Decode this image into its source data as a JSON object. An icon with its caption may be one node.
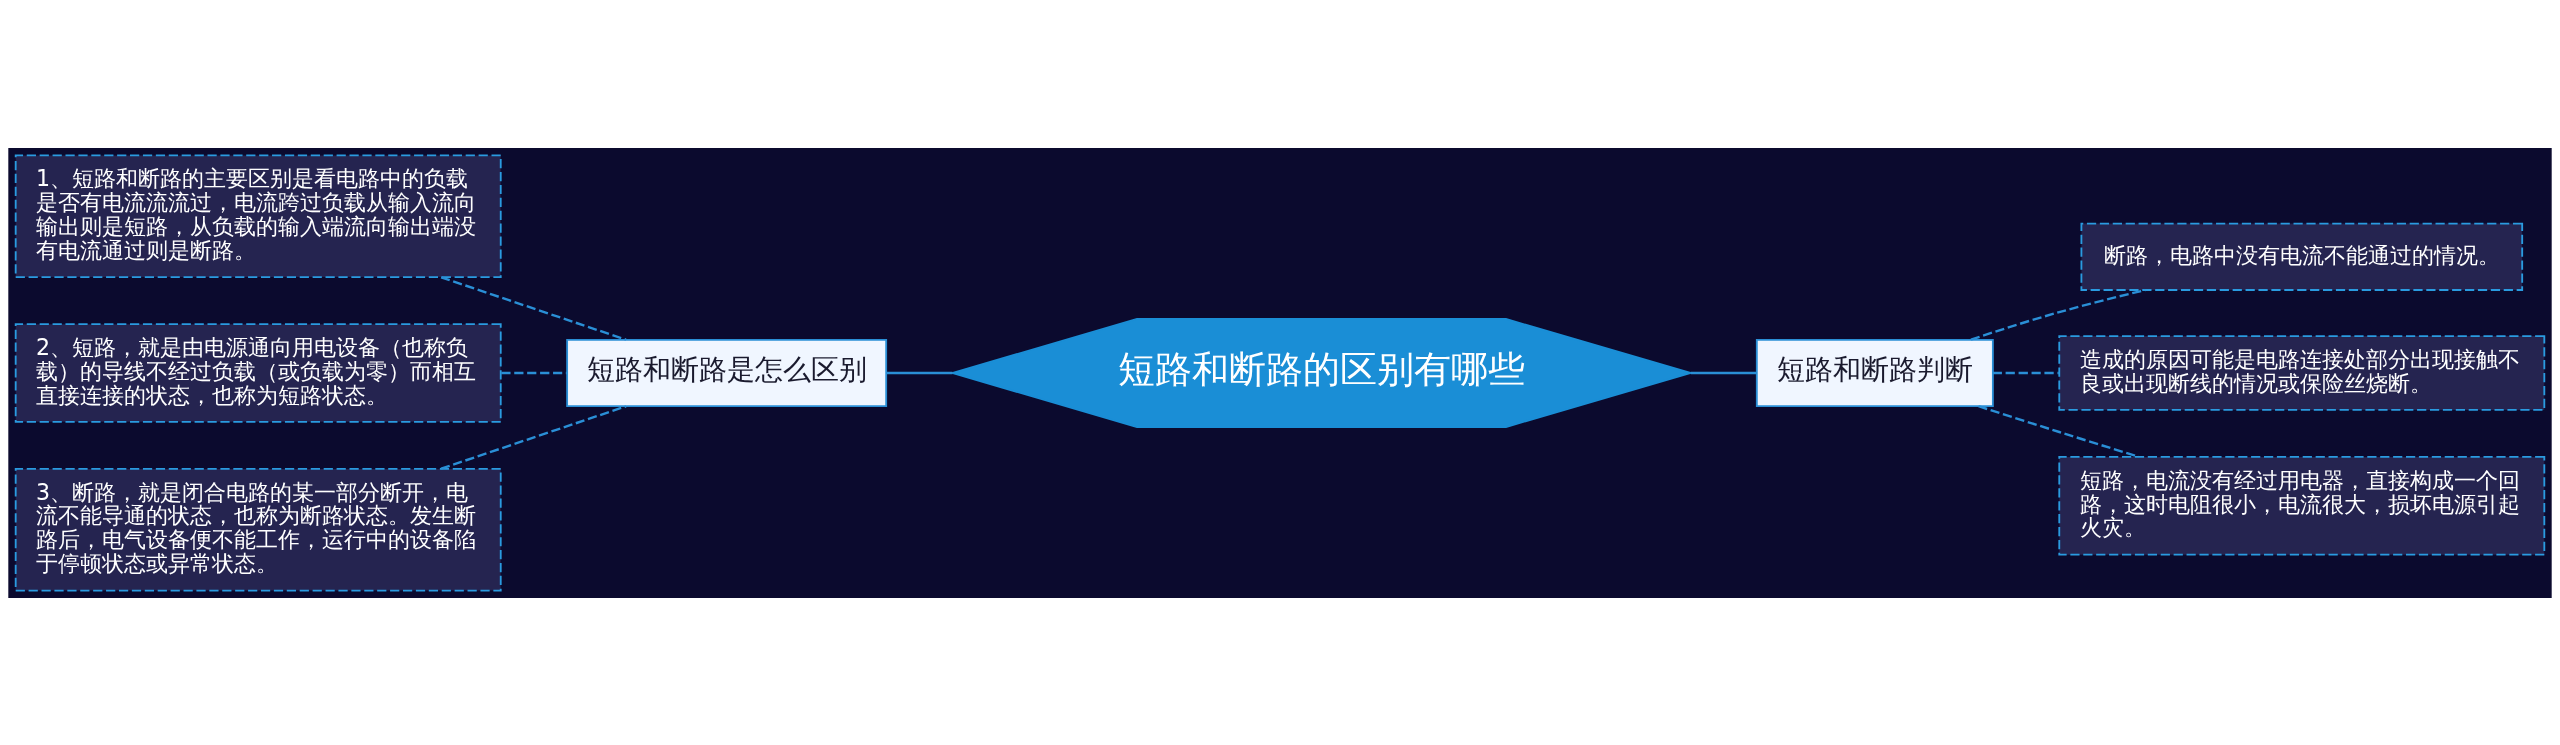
{
  "diagram": {
    "nodes": [
      {
        "text": [
          "短路和断路的区别有哪些"
        ]
      },
      {
        "text": [
          "短路和断路是怎么区别"
        ]
      },
      {
        "text": [
          "1、短路和断路的主要区别是看电路中的负载是否有电流流流过，电流跨过负载从输入流向输出则是短路，从负载的输入端流向输出端没有电流通过则是断路。"
        ]
      },
      {
        "text": [
          "2、短路，就是由电源通向用电设备（也称负载）的导线不经过负载（或负载为零）而相互直接连接的状态，也称为短路状态。"
        ]
      },
      {
        "text": [
          "3、断路，就是闭合电路的某一部分断开，电流不能导通的状态，也称为断路状态。发生断路后，电气设备便不能工作，运行中的设备陷于停顿状态或异常状态。"
        ]
      },
      {
        "text": [
          "短路和断路判断"
        ]
      },
      {
        "text": [
          "断路，电路中没有电流不能通过的情况。"
        ]
      },
      {
        "text": [
          "造成的原因可能是电路连接处部分出现接触不良或出现断线的情况或保险丝烧断。"
        ]
      },
      {
        "text": [
          "短路，电流没有经过用电器，直接构成一个回路，这时电阻很小，电流很大，损坏电源引起火灾。"
        ]
      }
    ],
    "edges": [
      {
        "from": 0,
        "to": 1,
        "arrow": "none"
      },
      {
        "from": 1,
        "to": 2,
        "arrow": "none",
        "style": "dashed"
      },
      {
        "from": 1,
        "to": 3,
        "arrow": "none",
        "style": "dashed"
      },
      {
        "from": 1,
        "to": 4,
        "arrow": "none",
        "style": "dashed"
      },
      {
        "from": 0,
        "to": 5,
        "arrow": "none"
      },
      {
        "from": 5,
        "to": 6,
        "arrow": "none",
        "style": "dashed"
      },
      {
        "from": 5,
        "to": 7,
        "arrow": "none",
        "style": "dashed"
      },
      {
        "from": 5,
        "to": 8,
        "arrow": "none",
        "style": "dashed"
      }
    ]
  }
}
